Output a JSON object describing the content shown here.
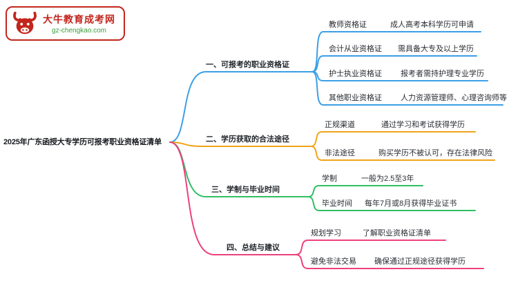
{
  "logo": {
    "title": "大牛教育成考网",
    "url": "gz-chengkao.com",
    "brand_color": "#c2251c",
    "url_color": "#3a9e3a"
  },
  "root": {
    "title": "2025年广东函授大专学历可报考职业资格证清单"
  },
  "branches": [
    {
      "label": "一、可报考的职业资格证",
      "color": "#3b9fe6",
      "children": [
        {
          "key": "教师资格证",
          "value": "成人高考本科学历可申请"
        },
        {
          "key": "会计从业资格证",
          "value": "需具备大专及以上学历"
        },
        {
          "key": "护士执业资格证",
          "value": "报考者需持护理专业学历"
        },
        {
          "key": "其他职业资格证",
          "value": "人力资源管理师、心理咨询师等"
        }
      ]
    },
    {
      "label": "二、学历获取的合法途径",
      "color": "#f0a419",
      "children": [
        {
          "key": "正规渠道",
          "value": "通过学习和考试获得学历"
        },
        {
          "key": "非法途径",
          "value": "购买学历不被认可，存在法律风险"
        }
      ]
    },
    {
      "label": "三、学制与毕业时间",
      "color": "#2fbf63",
      "children": [
        {
          "key": "学制",
          "value": "一般为2.5至3年"
        },
        {
          "key": "毕业时间",
          "value": "每年7月或8月获得毕业证书"
        }
      ]
    },
    {
      "label": "四、总结与建议",
      "color": "#ee3f7d",
      "children": [
        {
          "key": "规划学习",
          "value": "了解职业资格证清单"
        },
        {
          "key": "避免非法交易",
          "value": "确保通过正规途径获得学历"
        }
      ]
    }
  ]
}
